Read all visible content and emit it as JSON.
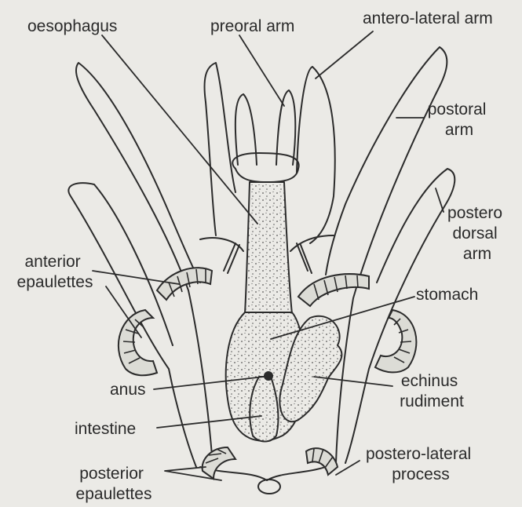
{
  "labels": {
    "oesophagus": "oesophagus",
    "preoral_arm": "preoral arm",
    "antero_lateral_arm": "antero-lateral arm",
    "postoral_arm": [
      "postoral",
      "arm"
    ],
    "postero_dorsal_arm": [
      "postero",
      "dorsal",
      "arm"
    ],
    "anterior_epaulettes": [
      "anterior",
      "epaulettes"
    ],
    "stomach": "stomach",
    "anus": "anus",
    "echinus_rudiment": [
      "echinus",
      "rudiment"
    ],
    "intestine": "intestine",
    "postero_lateral_process": [
      "postero-lateral",
      "process"
    ],
    "posterior_epaulettes": [
      "posterior",
      "epaulettes"
    ]
  },
  "colors": {
    "background": "#ebeae6",
    "ink": "#2b2b2b",
    "stipple": "#555555"
  }
}
